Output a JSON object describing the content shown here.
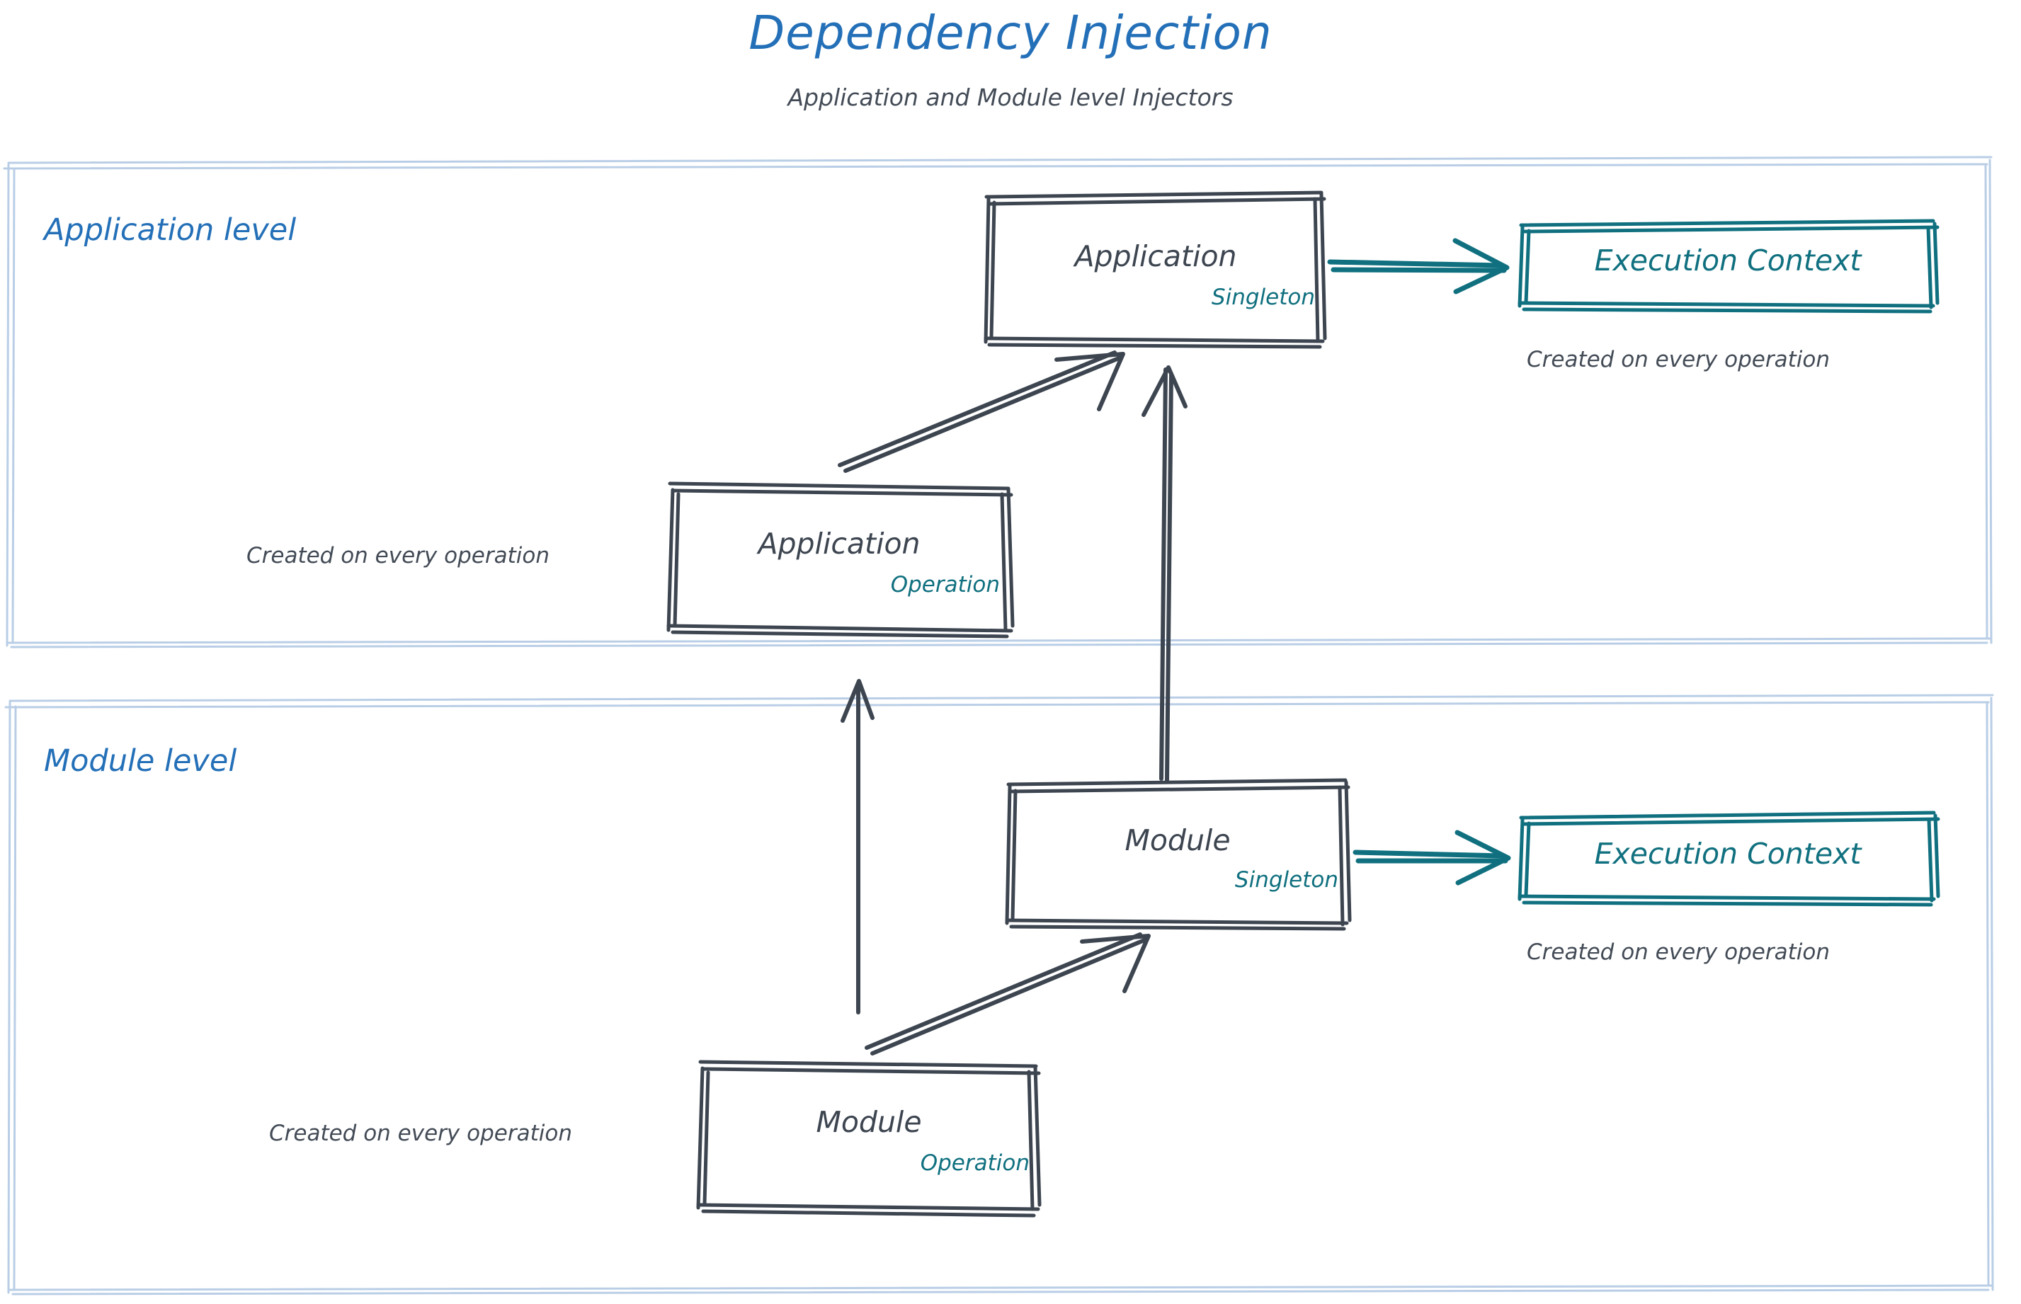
{
  "header": {
    "title": "Dependency Injection",
    "subtitle": "Application and Module level Injectors"
  },
  "colors": {
    "title_blue": "#2470B8",
    "panel_border_blue": "#B9CEE6",
    "ink_gray": "#3D4550",
    "teal": "#10707F",
    "background": "#FFFFFF"
  },
  "panels": [
    {
      "id": "application-level",
      "label": "Application level"
    },
    {
      "id": "module-level",
      "label": "Module level"
    }
  ],
  "nodes": {
    "application_singleton": {
      "title": "Application",
      "badge": "Singleton"
    },
    "application_operation": {
      "title": "Application",
      "badge": "Operation"
    },
    "module_singleton": {
      "title": "Module",
      "badge": "Singleton"
    },
    "module_operation": {
      "title": "Module",
      "badge": "Operation"
    },
    "execution_context_app": {
      "title": "Execution Context"
    },
    "execution_context_module": {
      "title": "Execution Context"
    }
  },
  "captions": {
    "app_ec_note": "Created on every operation",
    "app_operation_note": "Created on every operation",
    "module_ec_note": "Created on every operation",
    "module_operation_note": "Created on every operation"
  },
  "arrows": [
    {
      "id": "app-singleton-to-execution-context",
      "color": "#10707F",
      "style": "double-stroke",
      "head": "open"
    },
    {
      "id": "app-operation-to-app-singleton",
      "color": "#3D4550",
      "style": "double-stroke",
      "head": "open"
    },
    {
      "id": "module-singleton-to-app-singleton",
      "color": "#3D4550",
      "style": "double-stroke",
      "head": "open"
    },
    {
      "id": "module-operation-to-app-operation",
      "color": "#3D4550",
      "style": "single-stroke",
      "head": "open"
    },
    {
      "id": "module-singleton-to-execution-context",
      "color": "#10707F",
      "style": "double-stroke",
      "head": "open"
    },
    {
      "id": "module-operation-to-module-singleton",
      "color": "#3D4550",
      "style": "double-stroke",
      "head": "open"
    }
  ]
}
